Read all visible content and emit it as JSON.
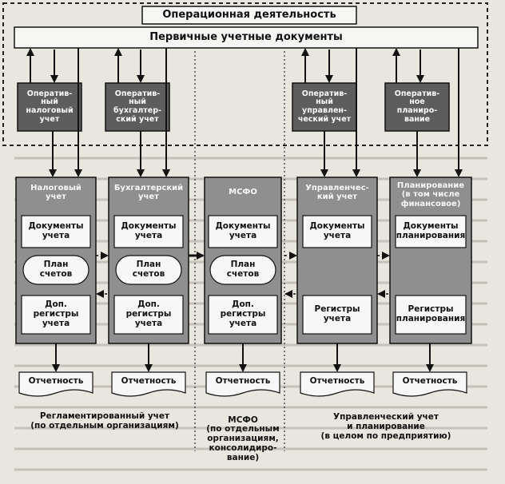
{
  "header": {
    "title": "Операционная деятельность",
    "docs": "Первичные учетные документы"
  },
  "operational_boxes": [
    {
      "label": "Оператив-\nный\nналоговый\nучет"
    },
    {
      "label": "Оператив-\nный\nбухгалтер-\nский учет"
    },
    {
      "label": "Оператив-\nный\nуправлен-\nческий учет"
    },
    {
      "label": "Оператив-\nное\nпланиро-\nвание"
    }
  ],
  "columns": [
    {
      "title": "Налоговый\nучет",
      "docs": "Документы\nучета",
      "plan": "План\nсчетов",
      "registers": "Доп.\nрегистры\nучета",
      "report": "Отчетность"
    },
    {
      "title": "Бухгалтерский\nучет",
      "docs": "Документы\nучета",
      "plan": "План\nсчетов",
      "registers": "Доп.\nрегистры\nучета",
      "report": "Отчетность"
    },
    {
      "title": "МСФО",
      "docs": "Документы\nучета",
      "plan": "План\nсчетов",
      "registers": "Доп.\nрегистры\nучета",
      "report": "Отчетность"
    },
    {
      "title": "Управленчес-\nкий учет",
      "docs": "Документы\nучета",
      "registers": "Регистры\nучета",
      "report": "Отчетность"
    },
    {
      "title": "Планирование\n(в том числе\nфинансовое)",
      "docs": "Документы\nпланирования",
      "registers": "Регистры\nпланирования",
      "report": "Отчетность"
    }
  ],
  "captions": {
    "regulated": "Регламентированный учет\n(по отдельным организациям)",
    "ifrs": "МСФО\n(по отдельным\nорганизациям,\nконсолидиро-\nвание)",
    "management": "Управленческий учет\nи планирование\n(в целом по предприятию)"
  },
  "colors": {
    "background": "#e9e6df",
    "dark_box": "#5d5d5d",
    "mid_box": "#8f8f8f",
    "light_box": "#f7f7f7",
    "line": "#111111"
  }
}
